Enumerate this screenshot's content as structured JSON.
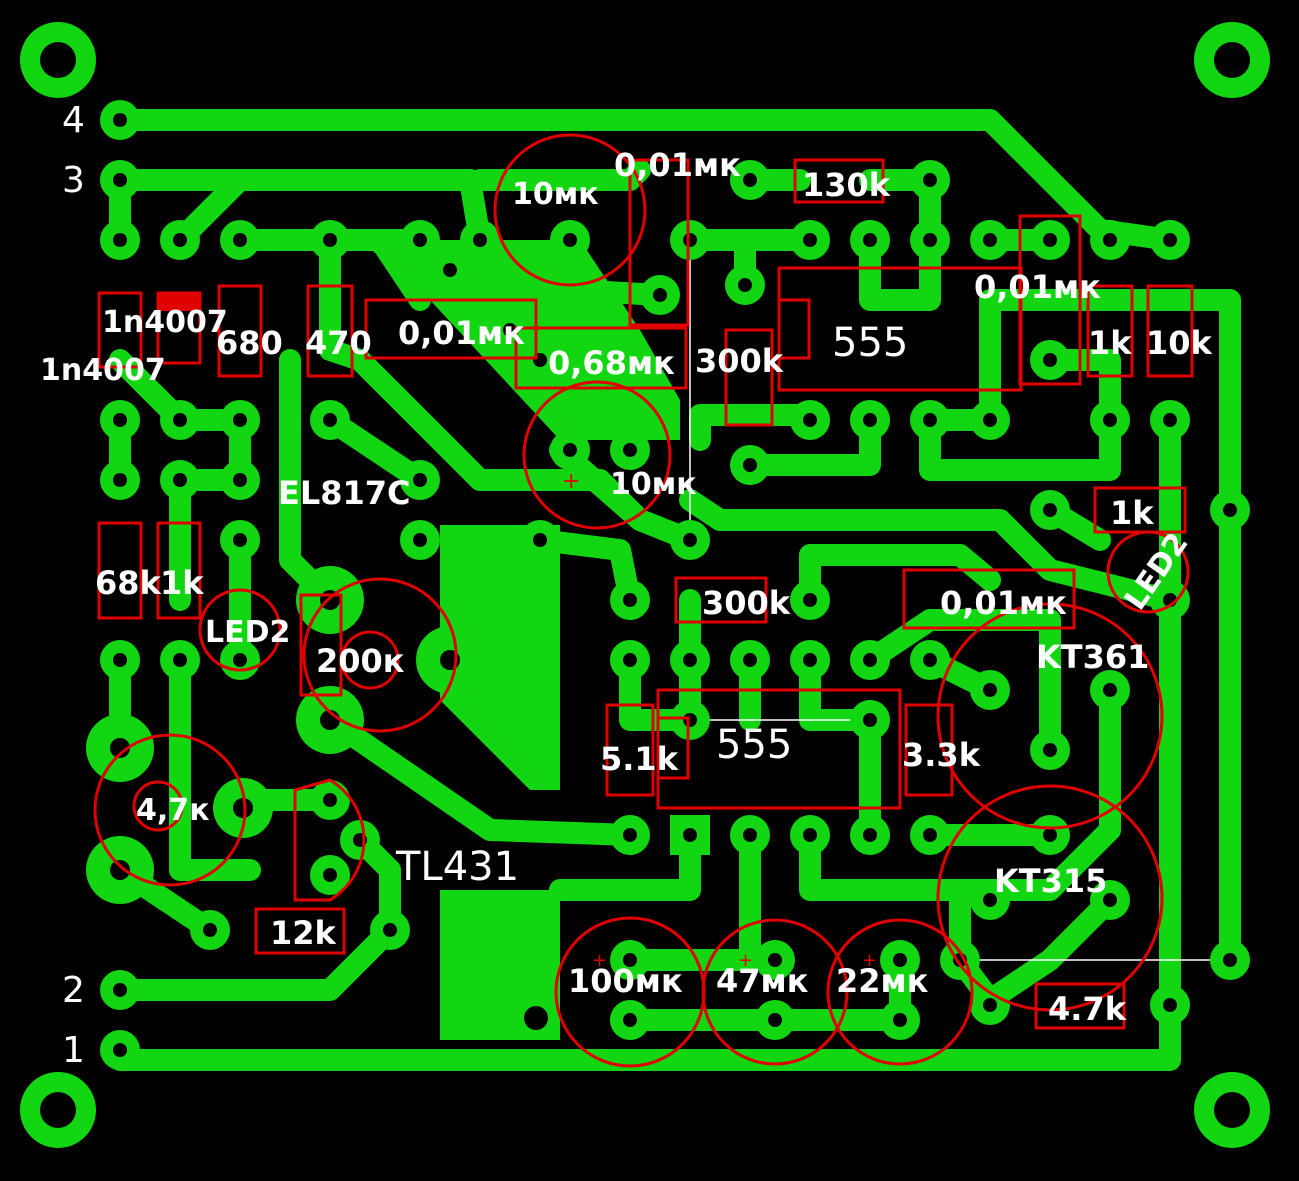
{
  "connectors": [
    "4",
    "3",
    "2",
    "1"
  ],
  "components": {
    "d1": "1n4007",
    "d2": "1n4007",
    "r680": "680",
    "r470": "470",
    "c_001_a": "0,01мк",
    "c_001_b": "0,01мк",
    "c_001_c": "0,01мк",
    "c_001_d": "0,01мк",
    "c_068": "0,68мк",
    "c_10_a": "10мк",
    "c_10_b": "10мк",
    "r130k": "130k",
    "r300k_a": "300k",
    "r300k_b": "300k",
    "ic555_a": "555",
    "ic555_b": "555",
    "r1k_a": "1k",
    "r10k": "10k",
    "r1k_b": "1k",
    "led_a": "LED2",
    "led_b": "LED2",
    "opto": "EL817C",
    "r68k": "68k",
    "r1k_c": "1k",
    "pot200k": "200к",
    "r4_7k_a": "4,7к",
    "tl431": "TL431",
    "r12k": "12k",
    "r5_1k": "5.1k",
    "r3_3k": "3.3k",
    "q_kt361": "KT361",
    "q_kt315": "KT315",
    "c100": "100мк",
    "c47": "47мк",
    "c22": "22мк",
    "r4_7k_b": "4.7k"
  }
}
